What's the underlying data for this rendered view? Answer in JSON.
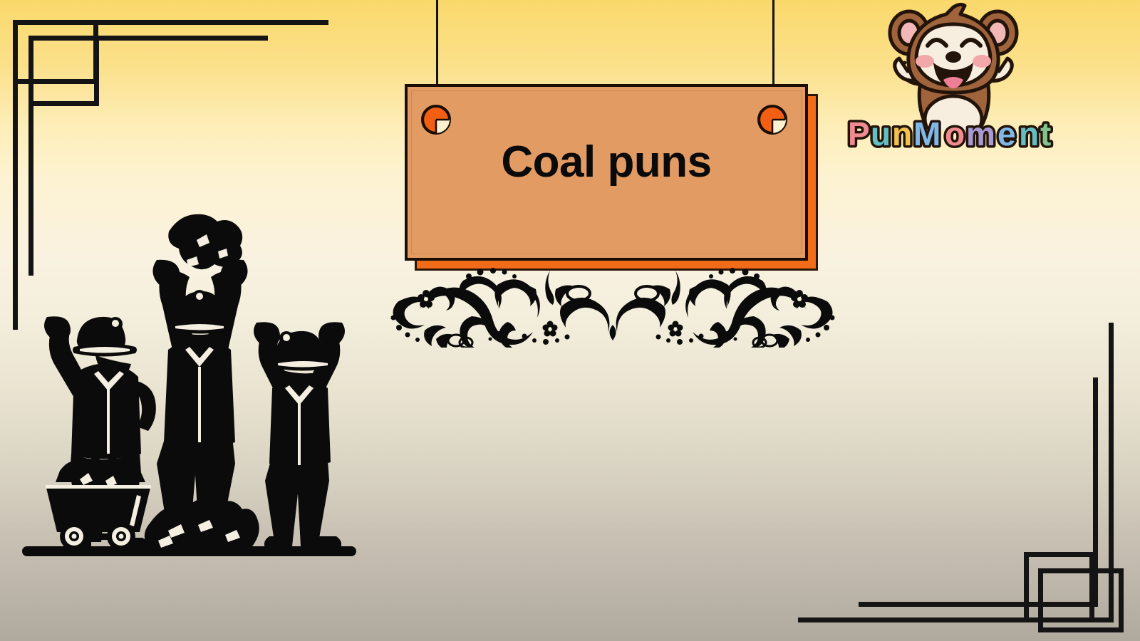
{
  "page": {
    "title": "Coal puns",
    "background": {
      "top_color": "#FAD96B",
      "mid_color": "#F7F0DC",
      "bottom_color": "#B0AA9E"
    }
  },
  "sign": {
    "title": "Coal puns",
    "board_color": "#E29B62",
    "shadow_color": "#F26B19",
    "border_color": "#1A0D04",
    "title_color": "#0A0A0A",
    "pin_colors": {
      "orange": "#F25F12",
      "cream": "#FBF0CF",
      "ring": "#1A0D04"
    },
    "pins": [
      {
        "name": "left-pin"
      },
      {
        "name": "right-pin"
      }
    ],
    "wires": [
      {
        "name": "left-hanging-wire"
      },
      {
        "name": "right-hanging-wire"
      }
    ]
  },
  "logo": {
    "brand_name": "PunMoment",
    "mascot": "monkey",
    "mascot_colors": {
      "fur": "#A0643C",
      "fur_dark": "#8A5230",
      "muzzle": "#F7EEE0",
      "cheek": "#F2A8A8",
      "ear_inner": "#F2B8B8",
      "outline": "#231409",
      "tongue": "#EE7F96"
    },
    "wordmark_letters": [
      {
        "char": "P",
        "color": "#F18B92"
      },
      {
        "char": "u",
        "color": "#63BFC4"
      },
      {
        "char": "n",
        "color": "#F2C24C"
      },
      {
        "char": "M",
        "color": "#7FB8E8"
      },
      {
        "char": "o",
        "color": "#F18B92"
      },
      {
        "char": "m",
        "color": "#A89BD4"
      },
      {
        "char": "e",
        "color": "#7FB8E8"
      },
      {
        "char": "n",
        "color": "#63BFC4"
      },
      {
        "char": "t",
        "color": "#7FC48E"
      }
    ],
    "wordmark_outline": "#231409"
  },
  "illustration": {
    "name": "coal-miners-silhouette",
    "color": "#0B0B0B",
    "elements": [
      "miner-raising-fist",
      "miner-lifting-coal-overhead",
      "miner-both-arms-raised",
      "coal-cart",
      "coal-pile",
      "ground-line"
    ]
  },
  "ornament": {
    "name": "victorian-flourish-divider",
    "color": "#0B0B0B"
  },
  "corner_frames": {
    "color": "#141414",
    "items": [
      {
        "name": "top-left-corner-frame"
      },
      {
        "name": "bottom-right-corner-frame"
      }
    ]
  }
}
